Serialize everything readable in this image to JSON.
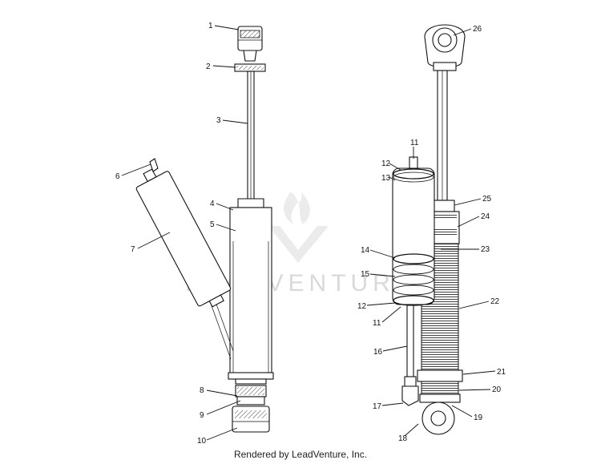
{
  "watermark": {
    "text": "LEADVENTURE"
  },
  "footer": {
    "credit": "Rendered by LeadVenture, Inc."
  },
  "callouts": {
    "c1": "1",
    "c2": "2",
    "c3": "3",
    "c4": "4",
    "c5": "5",
    "c6": "6",
    "c7": "7",
    "c8": "8",
    "c9": "9",
    "c10": "10",
    "c11a": "11",
    "c11b": "11",
    "c12a": "12",
    "c12b": "12",
    "c13": "13",
    "c14": "14",
    "c15": "15",
    "c16": "16",
    "c17": "17",
    "c18": "18",
    "c19": "19",
    "c20": "20",
    "c21": "21",
    "c22": "22",
    "c23": "23",
    "c24": "24",
    "c25": "25",
    "c26": "26"
  }
}
